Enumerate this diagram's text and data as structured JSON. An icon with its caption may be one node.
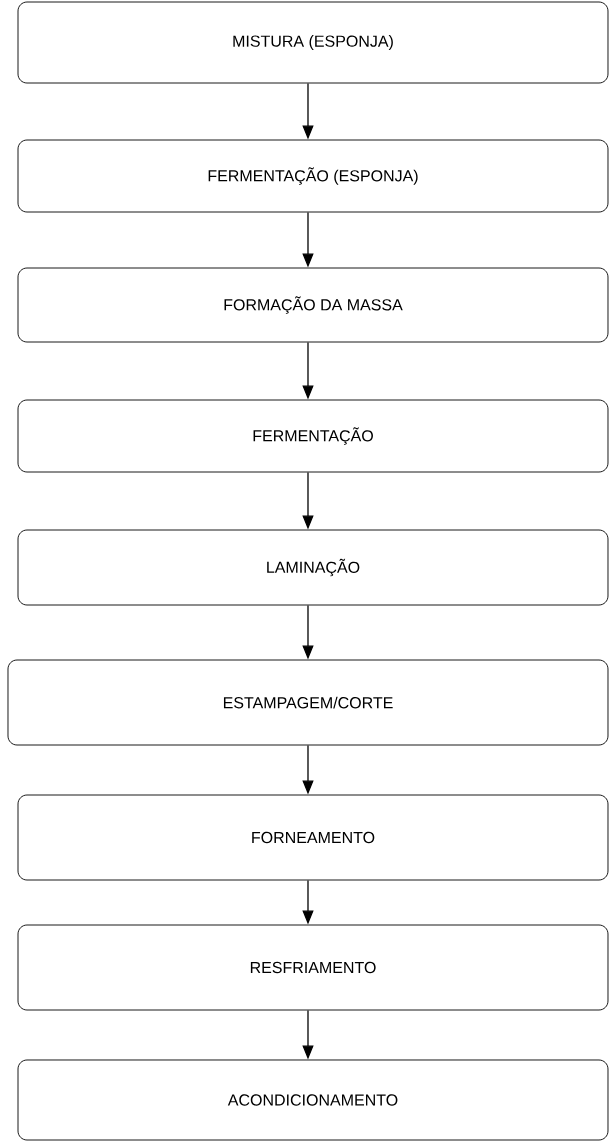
{
  "diagram": {
    "nodes": [
      {
        "text": [
          "MISTURA (ESPONJA)"
        ]
      },
      {
        "text": [
          "FERMENTAÇÃO (ESPONJA)"
        ]
      },
      {
        "text": [
          "FORMAÇÃO DA MASSA"
        ]
      },
      {
        "text": [
          "FERMENTAÇÃO"
        ]
      },
      {
        "text": [
          "LAMINAÇÃO"
        ]
      },
      {
        "text": [
          "ESTAMPAGEM/CORTE"
        ]
      },
      {
        "text": [
          "FORNEAMENTO"
        ]
      },
      {
        "text": [
          "RESFRIAMENTO"
        ]
      },
      {
        "text": [
          "ACONDICIONAMENTO"
        ]
      }
    ],
    "edges": [
      {
        "from": 0,
        "to": 1,
        "arrow": "to"
      },
      {
        "from": 1,
        "to": 2,
        "arrow": "to"
      },
      {
        "from": 2,
        "to": 3,
        "arrow": "to"
      },
      {
        "from": 3,
        "to": 4,
        "arrow": "to"
      },
      {
        "from": 4,
        "to": 5,
        "arrow": "to"
      },
      {
        "from": 5,
        "to": 6,
        "arrow": "to"
      },
      {
        "from": 6,
        "to": 7,
        "arrow": "to"
      },
      {
        "from": 7,
        "to": 8,
        "arrow": "to"
      }
    ]
  }
}
